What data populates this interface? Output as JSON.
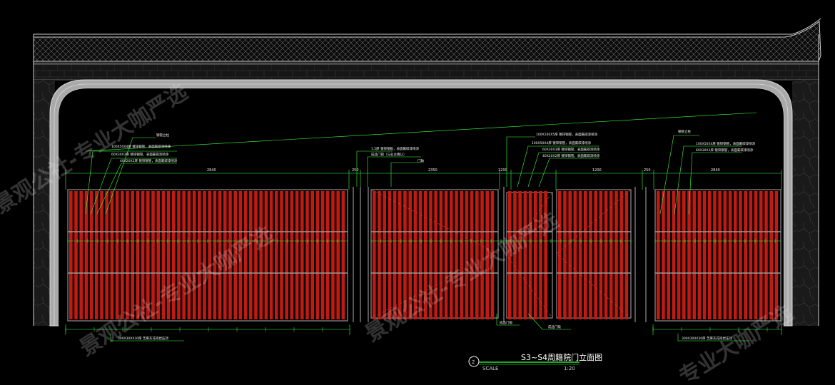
{
  "drawing": {
    "title": "S3~S4周籍院门立面图",
    "number": "2",
    "scale_label": "SCALE",
    "scale_value": "1:20"
  },
  "colors": {
    "background": "#000000",
    "wall": "#b8b8b8",
    "slat": "#c01a12",
    "dimension": "#3cff3c",
    "frame": "#8a8a8a"
  },
  "dimensions_top": {
    "left_panel": "2840",
    "gap_left": "250",
    "gate_left": "2350",
    "center": "1200",
    "gate_right": "1200",
    "gap_right": "250",
    "right_panel": "2840"
  },
  "annotations": {
    "left_top": "钢管立柱",
    "left_1": "100X50X4厚 镀锌钢管，表面氟碳漆喷涂",
    "left_2": "60X30X3厚 镀锌钢管，表面氟碳漆喷涂",
    "left_3": "40X20X2厚 镀锌钢管，表面氟碳漆喷涂",
    "center_1": "1.5厚 镀锌钢板，表面氟碳漆喷涂",
    "center_2": "成品门锁（与业主确认）",
    "center_3": "门轴",
    "center_r1": "100X100X5厚 镀锌钢管，表面氟碳漆喷涂",
    "center_r2": "100X50X4厚 镀锌钢管，表面氟碳漆喷涂",
    "center_r3": "60X30X3厚 镀锌钢管，表面氟碳漆喷涂",
    "center_r4": "40X20X2厚 镀锌钢管，表面氟碳漆喷涂",
    "right_top": "钢管立柱",
    "right_1": "100X50X4厚 镀锌钢管，表面氟碳漆喷涂",
    "right_2": "60X30X3厚 镀锌钢管，表面氟碳漆喷涂",
    "bottom_left": "300X300X30厚 芝麻灰花岗岩压顶",
    "bottom_center_1": "成品门锁",
    "bottom_center_2": "成品门吸",
    "bottom_right": "300X300X30厚 芝麻灰花岗岩压顶"
  },
  "watermark": [
    "景观公社-专业大咖严选",
    "景观公社-专业大咖严选",
    "景观公社-专业大咖严选",
    "专业大咖严选"
  ]
}
